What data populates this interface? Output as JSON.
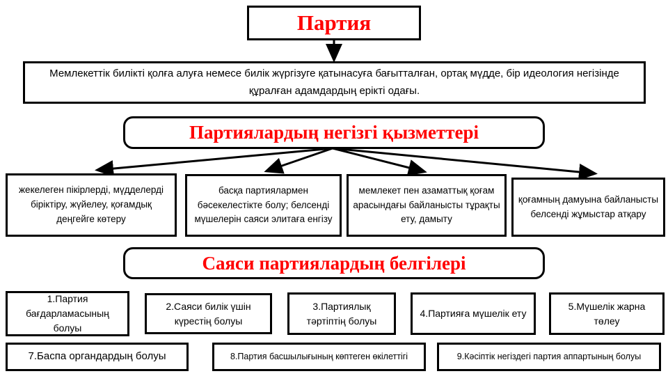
{
  "palette": {
    "accent_red": "#ff0000",
    "border_black": "#000000",
    "background": "#ffffff"
  },
  "title": "Партия",
  "definition": "Мемлекеттік билікті қолға алуға немесе билік жүргізуге қатынасуға бағытталған, ортақ мүдде, бір идеология негізінде құралған адамдардың ерікті одағы.",
  "functions_section": {
    "header": "Партиялардың негізгі қызметтері",
    "items": [
      "жекелеген пікірлерді, мүдделерді біріктіру, жүйелеу, қоғамдық деңгейге көтеру",
      "басқа партиялармен бәсекелестікте болу; белсенді мүшелерін саяси элитаға енгізу",
      "мемлекет пен азаматтық қоғам арасындағы байланысты тұрақты ету, дамыту",
      "қоғамның дамуына байланысты белсенді жұмыстар атқару"
    ]
  },
  "features_section": {
    "header": "Саяси партиялардың белгілері",
    "row1": [
      "1.Партия бағдарламасының болуы",
      "2.Саяси билік үшін күрестің болуы",
      "3.Партиялық тәртіптің болуы",
      "4.Партияға мүшелік ету",
      "5.Мүшелік жарна төлеу"
    ],
    "row2": [
      "7.Баспа органдардың болуы",
      "8.Партия басшылығының көптеген өкілеттігі",
      "9.Кәсіптік негіздегі партия аппартының болуы"
    ]
  }
}
